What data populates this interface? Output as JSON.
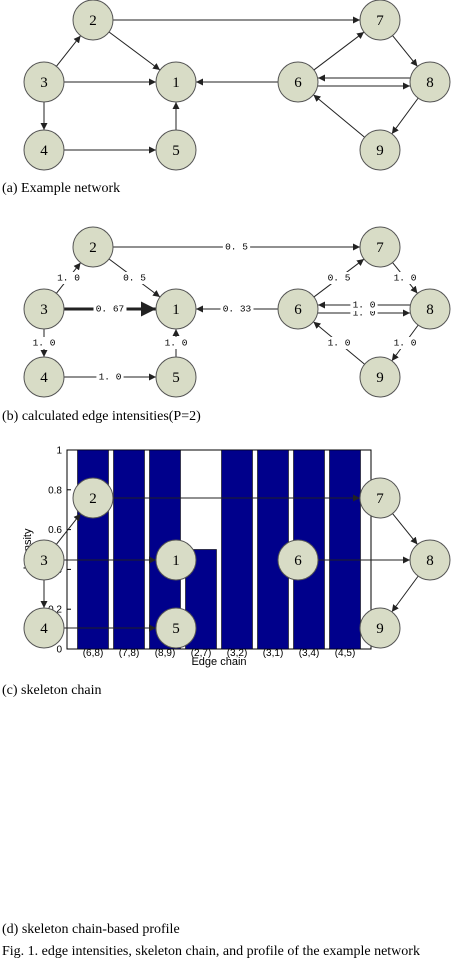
{
  "panel_a": {
    "caption": "(a) Example network",
    "nodes": [
      {
        "id": "2",
        "label": "2"
      },
      {
        "id": "7",
        "label": "7"
      },
      {
        "id": "3",
        "label": "3"
      },
      {
        "id": "1",
        "label": "1"
      },
      {
        "id": "6",
        "label": "6"
      },
      {
        "id": "8",
        "label": "8"
      },
      {
        "id": "4",
        "label": "4"
      },
      {
        "id": "5",
        "label": "5"
      },
      {
        "id": "9",
        "label": "9"
      }
    ],
    "edges": [
      [
        "2",
        "7"
      ],
      [
        "2",
        "1"
      ],
      [
        "3",
        "2"
      ],
      [
        "3",
        "1"
      ],
      [
        "3",
        "4"
      ],
      [
        "4",
        "5"
      ],
      [
        "5",
        "1"
      ],
      [
        "6",
        "1"
      ],
      [
        "6",
        "7"
      ],
      [
        "7",
        "8"
      ],
      [
        "6",
        "8"
      ],
      [
        "8",
        "6"
      ],
      [
        "8",
        "9"
      ],
      [
        "9",
        "6"
      ]
    ]
  },
  "panel_b": {
    "caption": "(b) calculated edge intensities(P=2)",
    "edges": [
      {
        "from": "2",
        "to": "7",
        "label": "0. 5"
      },
      {
        "from": "2",
        "to": "1",
        "label": "0. 5"
      },
      {
        "from": "3",
        "to": "2",
        "label": "1. 0"
      },
      {
        "from": "3",
        "to": "1",
        "label": "0. 67"
      },
      {
        "from": "3",
        "to": "4",
        "label": "1. 0"
      },
      {
        "from": "4",
        "to": "5",
        "label": "1. 0"
      },
      {
        "from": "5",
        "to": "1",
        "label": "1. 0"
      },
      {
        "from": "6",
        "to": "1",
        "label": "0. 33"
      },
      {
        "from": "6",
        "to": "7",
        "label": "0. 5"
      },
      {
        "from": "7",
        "to": "8",
        "label": "1. 0"
      },
      {
        "from": "6",
        "to": "8",
        "label": "1. 0"
      },
      {
        "from": "8",
        "to": "6",
        "label": "1. 0"
      },
      {
        "from": "8",
        "to": "9",
        "label": "1. 0"
      },
      {
        "from": "9",
        "to": "6",
        "label": "1. 0"
      }
    ]
  },
  "chart_data": {
    "type": "bar",
    "categories": [
      "(6,8)",
      "(7,8)",
      "(8,9)",
      "(2,7)",
      "(3,2)",
      "(3,1)",
      "(3,4)",
      "(4,5)"
    ],
    "values": [
      1,
      1,
      1,
      0.5,
      1,
      1,
      1,
      1
    ],
    "xlabel": "Edge chain",
    "ylabel": "Intensity",
    "ylim": [
      0,
      1
    ],
    "yticks": [
      "0",
      "0.2",
      "0.4",
      "0.6",
      "0.8",
      "1"
    ],
    "grid": false,
    "bar_color": "#00008b"
  },
  "panel_c": {
    "caption": "(c) skeleton chain"
  },
  "panel_d": {
    "caption": "(d) skeleton chain-based profile",
    "edges": [
      [
        "3",
        "2"
      ],
      [
        "2",
        "7"
      ],
      [
        "3",
        "1"
      ],
      [
        "3",
        "4"
      ],
      [
        "4",
        "5"
      ],
      [
        "7",
        "8"
      ],
      [
        "6",
        "8"
      ],
      [
        "8",
        "9"
      ]
    ]
  },
  "figure_caption": "Fig. 1. edge intensities, skeleton chain, and profile of the example network"
}
